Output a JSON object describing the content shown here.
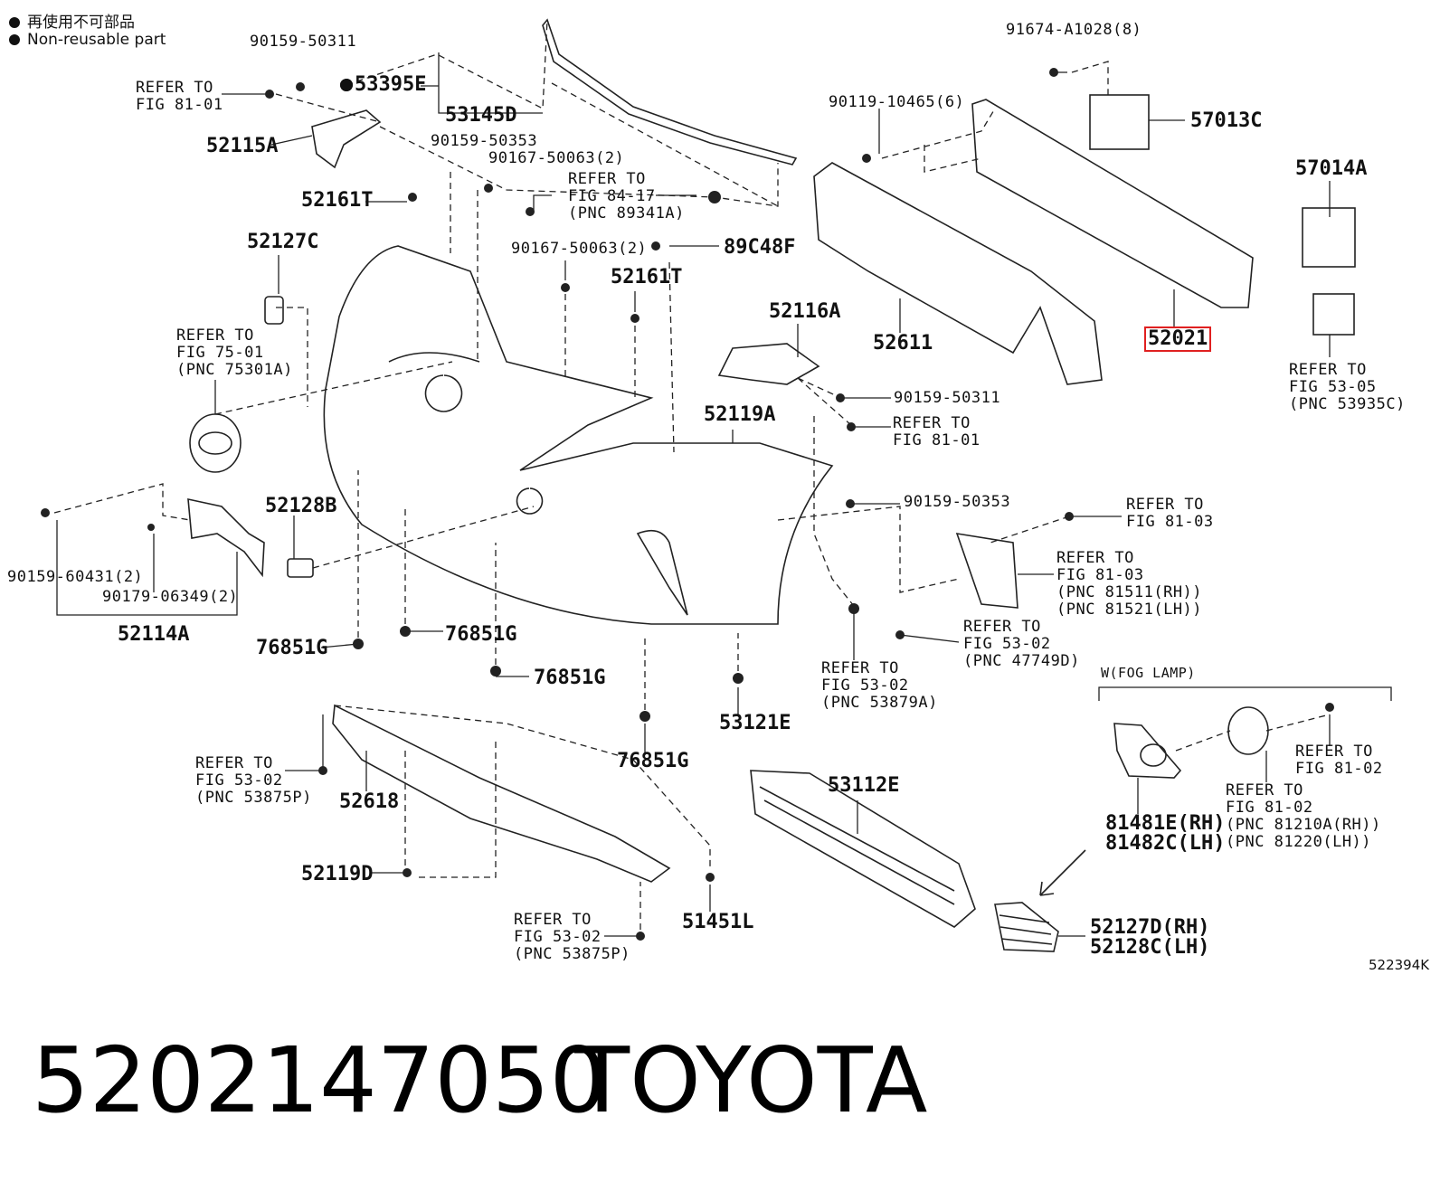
{
  "legend": [
    {
      "text": "再使用不可部品"
    },
    {
      "text": "Non-reusable part"
    }
  ],
  "diagram_code": "522394K",
  "footer": {
    "part_number": "5202147050",
    "brand": "TOYOTA"
  },
  "fog_group_label": "W(FOG LAMP)",
  "highlighted_part": "52021",
  "labels": {
    "b90159_50311_top": "90159-50311",
    "refer_81_01_a": "REFER TO\nFIG 81-01",
    "p53395E": "53395E",
    "p53145D": "53145D",
    "p52115A": "52115A",
    "b90159_50353_a": "90159-50353",
    "b90167_50063_a": "90167-50063(2)",
    "refer_84_17": "REFER TO\nFIG 84-17\n(PNC 89341A)",
    "p52161T_a": "52161T",
    "b90167_50063_b": "90167-50063(2)",
    "p89C48F": "89C48F",
    "p52127C": "52127C",
    "p52161T_b": "52161T",
    "refer_75_01": "REFER TO\nFIG 75-01\n(PNC 75301A)",
    "b91674": "91674-A1028(8)",
    "b90119": "90119-10465(6)",
    "p57013C": "57013C",
    "p57014A": "57014A",
    "p52611": "52611",
    "p52021": "52021",
    "refer_53_05": "REFER TO\nFIG 53-05\n(PNC 53935C)",
    "p52116A": "52116A",
    "b90159_50311_mid": "90159-50311",
    "refer_81_01_b": "REFER TO\nFIG 81-01",
    "p52119A": "52119A",
    "b90159_50353_b": "90159-50353",
    "refer_81_03_a": "REFER TO\nFIG 81-03",
    "refer_81_03_b": "REFER TO\nFIG 81-03\n(PNC 81511(RH))\n(PNC 81521(LH))",
    "p52128B": "52128B",
    "b90159_60431": "90159-60431(2)",
    "b90179_06349": "90179-06349(2)",
    "p52114A": "52114A",
    "p76851G_a": "76851G",
    "p76851G_b": "76851G",
    "p76851G_c": "76851G",
    "p76851G_d": "76851G",
    "refer_53_02_a": "REFER TO\nFIG 53-02\n(PNC 47749D)",
    "refer_53_02_b": "REFER TO\nFIG 53-02\n(PNC 53879A)",
    "p53121E": "53121E",
    "refer_53_02_c": "REFER TO\nFIG 53-02\n(PNC 53875P)",
    "p52618": "52618",
    "p53112E": "53112E",
    "refer_81_02_a": "REFER TO\nFIG 81-02",
    "refer_81_02_b": "REFER TO\nFIG 81-02\n(PNC 81210A(RH))\n(PNC 81220(LH))",
    "p81481E": "81481E(RH)\n81482C(LH)",
    "p52119D": "52119D",
    "p51451L": "51451L",
    "refer_53_02_d": "REFER TO\nFIG 53-02\n(PNC 53875P)",
    "p52127D": "52127D(RH)\n52128C(LH)"
  }
}
